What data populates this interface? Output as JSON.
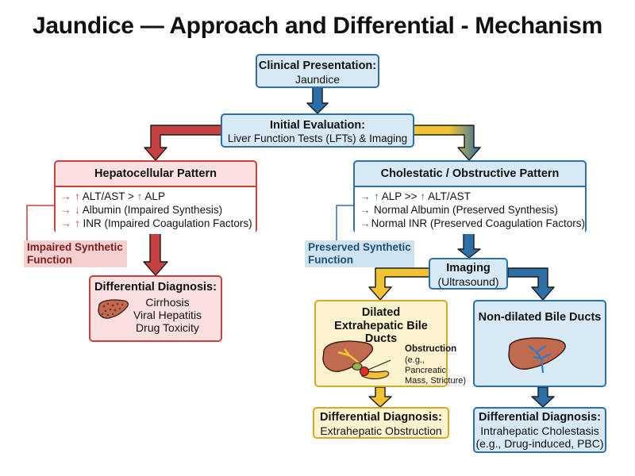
{
  "title": "Jaundice — Approach and Differential - Mechanism",
  "clinical_presentation": {
    "heading": "Clinical Presentation:",
    "value": "Jaundice"
  },
  "initial_evaluation": {
    "heading": "Initial Evaluation:",
    "value": "Liver Function Tests (LFTs) & Imaging"
  },
  "hepatocellular": {
    "heading": "Hepatocellular Pattern",
    "rows": [
      {
        "arrow": "→",
        "text_a": "↑",
        "text_b": " ALT/AST > ",
        "text_c": "↑",
        "text_d": " ALP"
      },
      {
        "arrow": "→",
        "text_a": "↓",
        "text_b": " Albumin (Impaired Synthesis)"
      },
      {
        "arrow": "→",
        "text_a": "↑",
        "text_b": " INR (Impaired Coagulation Factors)"
      }
    ],
    "note": "Impaired Synthetic Function"
  },
  "cholestatic": {
    "heading": "Cholestatic / Obstructive Pattern",
    "rows": [
      {
        "arrow": "→",
        "text_a": "↑",
        "text_b": " ALP >> ",
        "text_c": "↑",
        "text_d": " ALT/AST"
      },
      {
        "arrow": "→",
        "text_b": "Normal Albumin (Preserved Synthesis)"
      },
      {
        "arrow": "→",
        "text_b": "Normal INR (Preserved Coagulation Factors)"
      }
    ],
    "note": "Preserved Synthetic Function"
  },
  "hepatocellular_dx": {
    "heading": "Differential Diagnosis:",
    "items": [
      "Cirrhosis",
      "Viral Hepatitis",
      "Drug Toxicity"
    ]
  },
  "imaging": {
    "heading": "Imaging",
    "value": "(Ultrasound)"
  },
  "dilated": {
    "heading": "Dilated Extrahepatic Bile Ducts",
    "obstruction_label": "Obstruction",
    "obstruction_detail": "(e.g., Pancreatic Mass, Stricture)"
  },
  "nondilated": {
    "heading": "Non-dilated Bile Ducts"
  },
  "dx_extrahepatic": {
    "heading": "Differential Diagnosis:",
    "value": "Extrahepatic Obstruction"
  },
  "dx_intrahepatic": {
    "heading": "Differential Diagnosis:",
    "value": "Intrahepatic Cholestasis",
    "detail": "(e.g., Drug-induced, PBC)"
  },
  "colors": {
    "blue": "#2e6fa7",
    "red": "#c94040",
    "yellow": "#e1b43a",
    "liver": "#b9523c"
  }
}
